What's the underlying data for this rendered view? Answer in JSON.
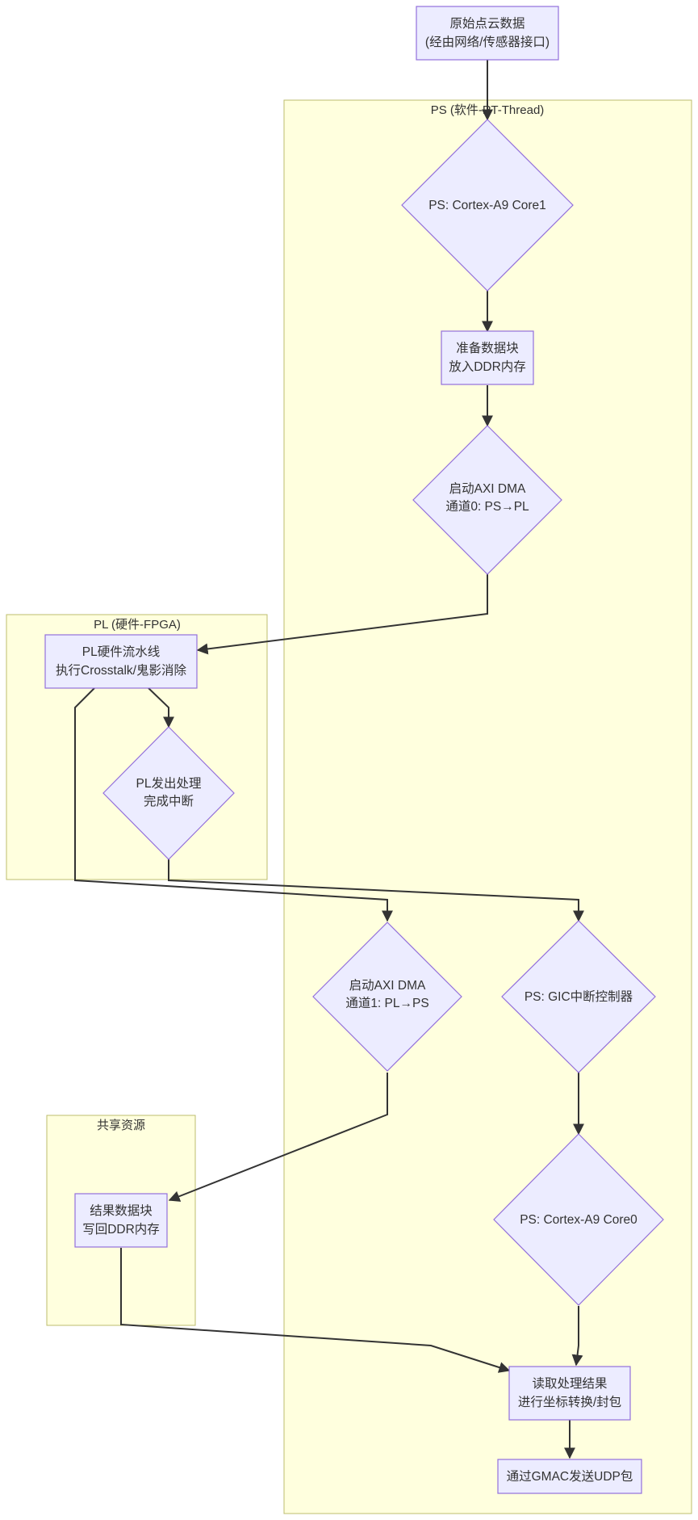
{
  "clusters": {
    "ps": "PS (软件-RT-Thread)",
    "pl": "PL (硬件-FPGA)",
    "shared": "共享资源"
  },
  "nodes": {
    "raw_data": [
      "原始点云数据",
      "(经由网络/传感器接口)"
    ],
    "core1": [
      "PS: Cortex-A9 Core1"
    ],
    "prepare": [
      "准备数据块",
      "放入DDR内存"
    ],
    "dma0": [
      "启动AXI DMA",
      "通道0: PS→PL"
    ],
    "pl_pipeline": [
      "PL硬件流水线",
      "执行Crosstalk/鬼影消除"
    ],
    "pl_irq": [
      "PL发出处理",
      "完成中断"
    ],
    "dma1": [
      "启动AXI DMA",
      "通道1: PL→PS"
    ],
    "gic": [
      "PS: GIC中断控制器"
    ],
    "writeback": [
      "结果数据块",
      "写回DDR内存"
    ],
    "core0": [
      "PS: Cortex-A9 Core0"
    ],
    "read_result": [
      "读取处理结果",
      "进行坐标转换/封包"
    ],
    "gmac": [
      "通过GMAC发送UDP包"
    ]
  },
  "colors": {
    "cluster_fill": "#ffffde",
    "cluster_stroke": "#bcbc6e",
    "node_fill": "#ececff",
    "node_stroke": "#9370db",
    "edge": "#333333"
  }
}
